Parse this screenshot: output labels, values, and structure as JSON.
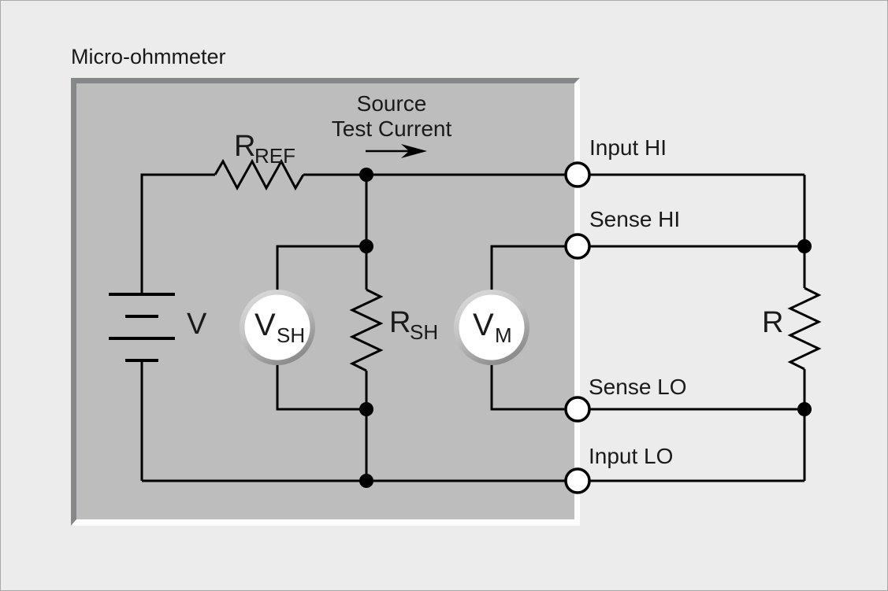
{
  "title": "Micro-ohmmeter",
  "annotations": {
    "source_line1": "Source",
    "source_line2": "Test Current"
  },
  "terminals": {
    "input_hi": {
      "label": "Input HI"
    },
    "sense_hi": {
      "label": "Sense HI"
    },
    "sense_lo": {
      "label": "Sense LO"
    },
    "input_lo": {
      "label": "Input LO"
    }
  },
  "components": {
    "r_ref": {
      "base": "R",
      "sub": "REF"
    },
    "battery": {
      "label": "V"
    },
    "meter_vsh": {
      "base": "V",
      "sub": "SH"
    },
    "r_sh": {
      "base": "R",
      "sub": "SH"
    },
    "meter_vm": {
      "base": "V",
      "sub": "M"
    },
    "r_dut": {
      "label": "R"
    }
  },
  "colors": {
    "background": "#ececec",
    "panel_fill": "#bdbdbd",
    "panel_border_dark": "#85878a",
    "panel_border_light": "#ffffff",
    "wire": "#000000",
    "terminal_fill": "#ffffff",
    "text": "#1a1a1a"
  }
}
